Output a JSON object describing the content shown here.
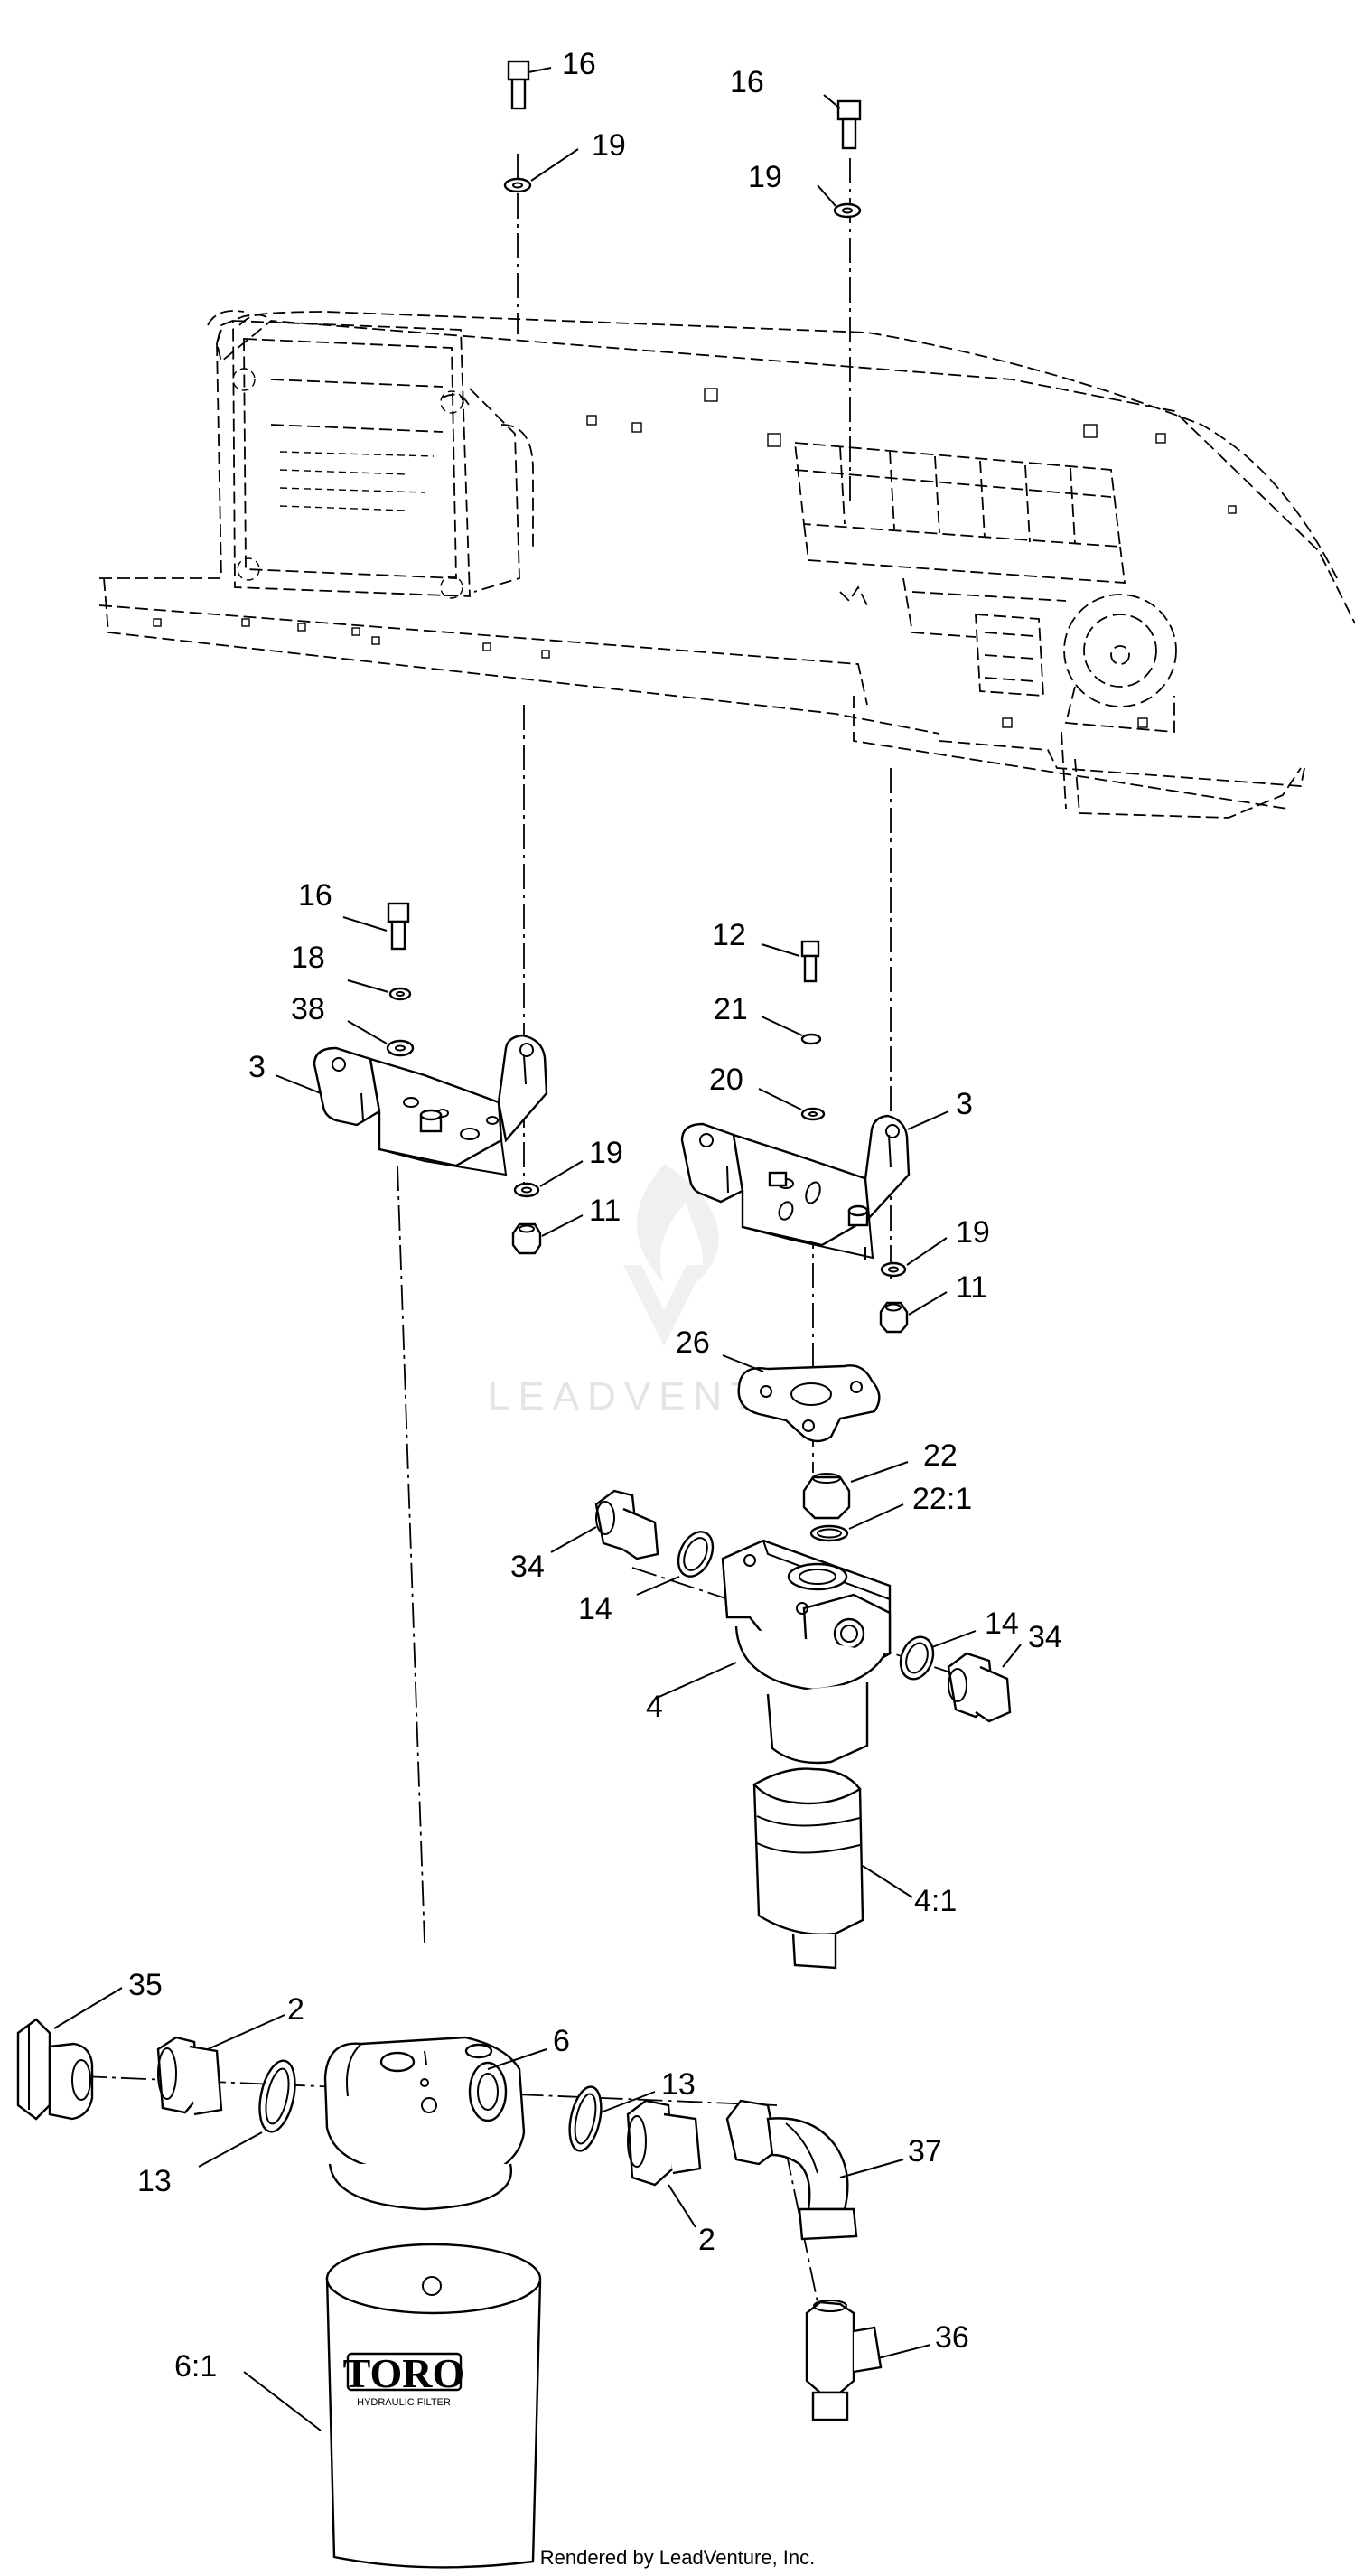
{
  "callouts": [
    {
      "id": "c-16-a",
      "text": "16"
    },
    {
      "id": "c-19-a",
      "text": "19"
    },
    {
      "id": "c-16-b",
      "text": "16"
    },
    {
      "id": "c-19-b",
      "text": "19"
    },
    {
      "id": "c-16-c",
      "text": "16"
    },
    {
      "id": "c-18",
      "text": "18"
    },
    {
      "id": "c-38",
      "text": "38"
    },
    {
      "id": "c-3-a",
      "text": "3"
    },
    {
      "id": "c-19-c",
      "text": "19"
    },
    {
      "id": "c-11-a",
      "text": "11"
    },
    {
      "id": "c-12",
      "text": "12"
    },
    {
      "id": "c-21",
      "text": "21"
    },
    {
      "id": "c-20",
      "text": "20"
    },
    {
      "id": "c-3-b",
      "text": "3"
    },
    {
      "id": "c-19-d",
      "text": "19"
    },
    {
      "id": "c-11-b",
      "text": "11"
    },
    {
      "id": "c-26",
      "text": "26"
    },
    {
      "id": "c-22",
      "text": "22"
    },
    {
      "id": "c-22-1",
      "text": "22:1"
    },
    {
      "id": "c-34-a",
      "text": "34"
    },
    {
      "id": "c-14-a",
      "text": "14"
    },
    {
      "id": "c-14-b",
      "text": "14"
    },
    {
      "id": "c-34-b",
      "text": "34"
    },
    {
      "id": "c-4",
      "text": "4"
    },
    {
      "id": "c-4-1",
      "text": "4:1"
    },
    {
      "id": "c-35",
      "text": "35"
    },
    {
      "id": "c-2-a",
      "text": "2"
    },
    {
      "id": "c-6",
      "text": "6"
    },
    {
      "id": "c-13-a",
      "text": "13"
    },
    {
      "id": "c-13-b",
      "text": "13"
    },
    {
      "id": "c-37",
      "text": "37"
    },
    {
      "id": "c-2-b",
      "text": "2"
    },
    {
      "id": "c-36",
      "text": "36"
    },
    {
      "id": "c-6-1",
      "text": "6:1"
    }
  ],
  "filter_brand": "TORO",
  "filter_label": "HYDRAULIC FILTER",
  "watermark": "LEADVENTURE",
  "footer": "Rendered by LeadVenture, Inc."
}
